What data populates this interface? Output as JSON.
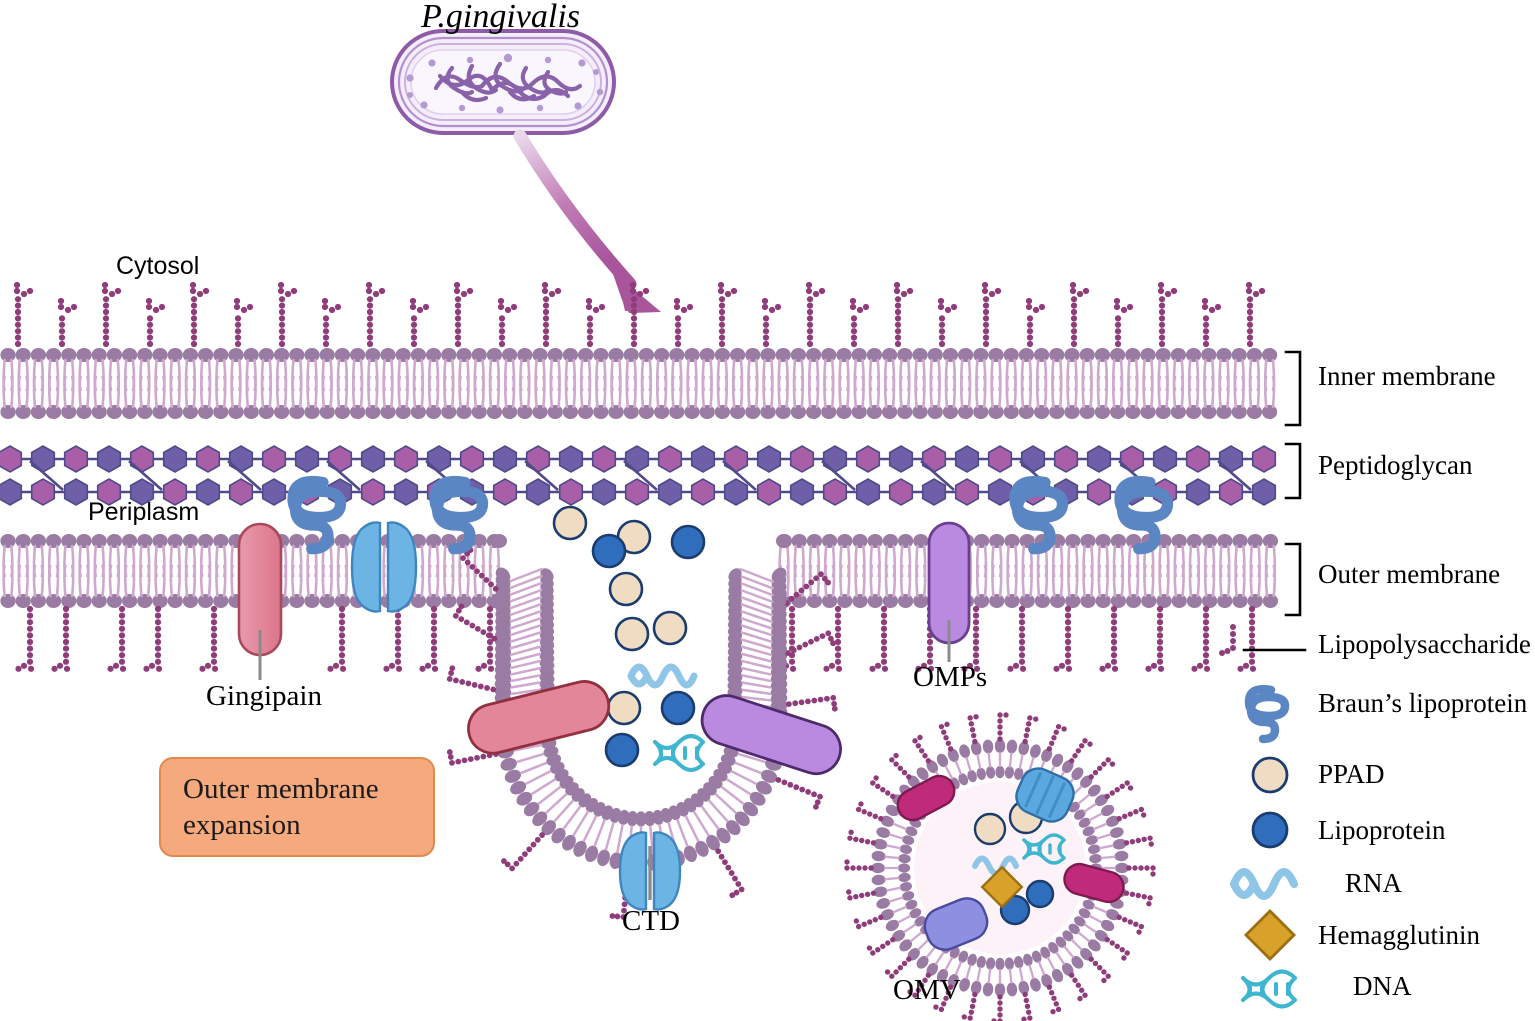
{
  "figure": {
    "species_title": "P.gingivalis",
    "domain": "biology-diagram"
  },
  "compartment_labels": {
    "cytosol": "Cytosol",
    "periplasm": "Periplasm"
  },
  "structure_labels": {
    "inner_membrane": "Inner membrane",
    "peptidoglycan": "Peptidoglycan",
    "outer_membrane": "Outer membrane",
    "lipopolysaccharide": "Lipopolysaccharide"
  },
  "callouts": {
    "gingipain": "Gingipain",
    "omps": "OMPs",
    "ctd": "CTD",
    "omv": "OMV",
    "outer_membrane_expansion_line1": "Outer membrane",
    "outer_membrane_expansion_line2": "expansion"
  },
  "legend": {
    "items": [
      {
        "key": "lipopolysaccharide",
        "label": "Lipopolysaccharide",
        "icon": "lps-chain-icon",
        "color": "#8e3d7a"
      },
      {
        "key": "braun",
        "label": "Braun’s lipoprotein",
        "icon": "coiled-lipoprotein-icon",
        "color": "#5b86c4"
      },
      {
        "key": "ppad",
        "label": "PPAD",
        "icon": "beige-circle-icon",
        "color": "#efdcc2"
      },
      {
        "key": "lipoprotein",
        "label": "Lipoprotein",
        "icon": "blue-circle-icon",
        "color": "#2f6dbd"
      },
      {
        "key": "rna",
        "label": "RNA",
        "icon": "rna-squiggle-icon",
        "color": "#8fc6e8"
      },
      {
        "key": "hemagglutinin",
        "label": "Hemagglutinin",
        "icon": "gold-diamond-icon",
        "color": "#d8a22a"
      },
      {
        "key": "dna",
        "label": "DNA",
        "icon": "dna-helix-icon",
        "color": "#3fb6cf"
      }
    ]
  },
  "colors": {
    "membrane_head": "#9a7ba3",
    "membrane_tail": "#cfa8cf",
    "peptidoglycan_a": "#a85fa8",
    "peptidoglycan_b": "#6f5fa8",
    "lps_chain": "#8e3d7a",
    "bacterium_wall": "#8e5ba8",
    "bacterium_fill": "#f4eefa",
    "arrow": "#a8559c",
    "gingipain": "#e4869a",
    "omp_blue": "#5aa8de",
    "omp_purple": "#b98ae0",
    "vesicle_fill": "#fdf2f7",
    "expansion_box_fill": "#f5a97c",
    "expansion_box_border": "#e08a4e",
    "text": "#000000"
  },
  "diagram_content": {
    "budding_vesicle_cargo": {
      "ppad_count": 6,
      "lipoprotein_count": 4,
      "rna_count": 1,
      "dna_count": 1
    },
    "omv_cargo": {
      "ppad_count": 2,
      "lipoprotein_count": 2,
      "rna_count": 1,
      "dna_count": 1,
      "hemagglutinin_count": 1,
      "surface_proteins": [
        "magenta-bar",
        "blue-channel",
        "magenta-bar",
        "periwinkle-bar"
      ]
    },
    "membrane_proteins": [
      {
        "name": "gingipain",
        "color": "#e4869a",
        "shape": "capsule"
      },
      {
        "name": "omp-channel",
        "color": "#5aa8de",
        "shape": "double-channel"
      },
      {
        "name": "omps",
        "color": "#b98ae0",
        "shape": "capsule"
      }
    ],
    "braun_lipoprotein_positions": 4
  }
}
